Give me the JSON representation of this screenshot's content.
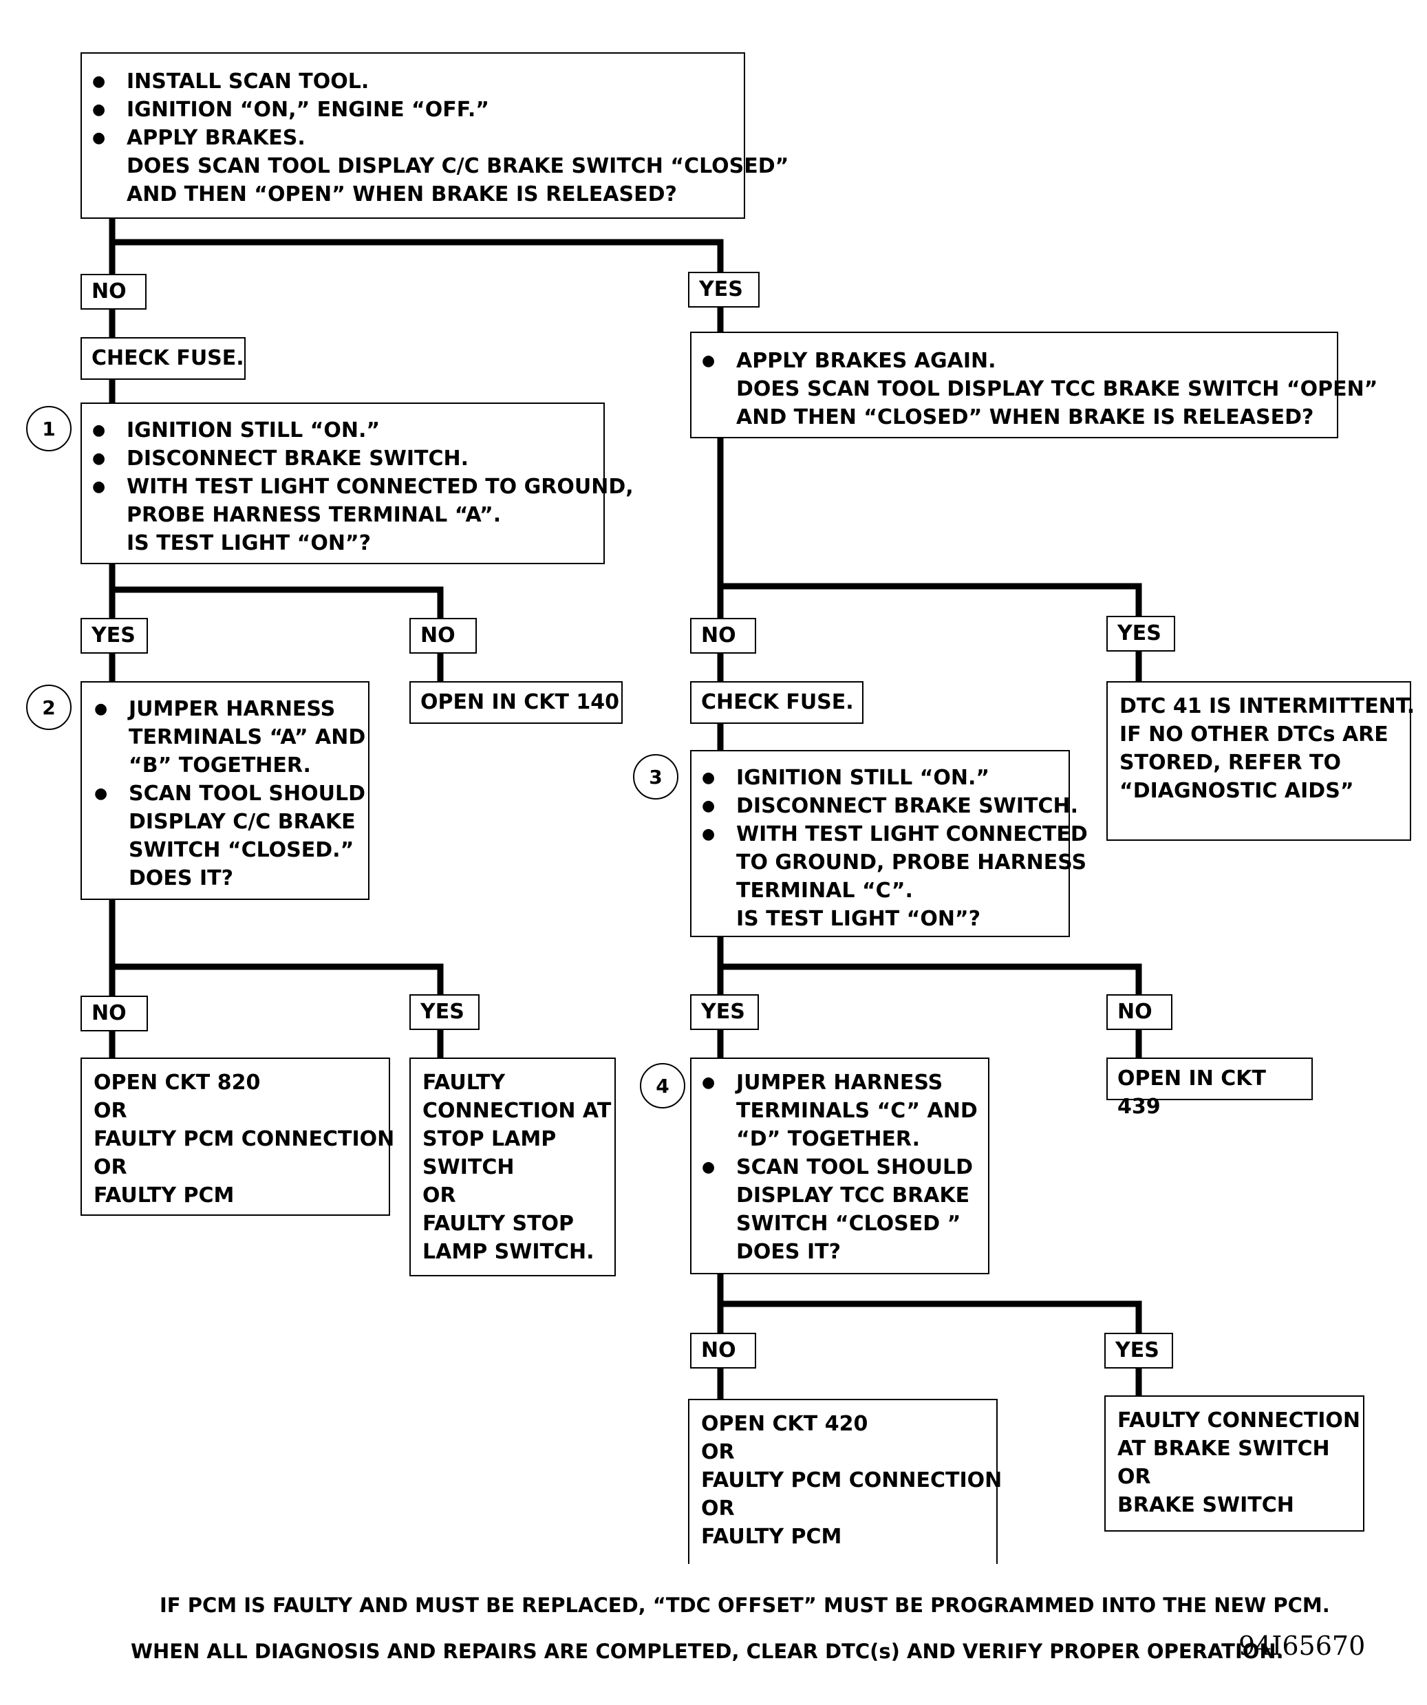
{
  "boxes": {
    "start": {
      "bullets": [
        "INSTALL SCAN TOOL.",
        "IGNITION “ON,” ENGINE “OFF.”",
        "APPLY BRAKES."
      ],
      "question": [
        "DOES SCAN TOOL DISPLAY C/C BRAKE SWITCH “CLOSED”",
        "AND THEN “OPEN” WHEN BRAKE IS RELEASED?"
      ]
    },
    "check_fuse_left": "CHECK FUSE.",
    "step1": {
      "bullets": [
        "IGNITION STILL “ON.”",
        "DISCONNECT BRAKE SWITCH.",
        "WITH TEST LIGHT CONNECTED TO GROUND,"
      ],
      "cont": [
        "PROBE HARNESS TERMINAL “A”.",
        "IS TEST LIGHT “ON”?"
      ]
    },
    "open_ckt_140": "OPEN IN CKT 140",
    "step2": {
      "b1": [
        "JUMPER HARNESS",
        "TERMINALS “A” AND",
        "“B” TOGETHER."
      ],
      "b2": [
        "SCAN TOOL SHOULD",
        "DISPLAY C/C BRAKE",
        "SWITCH “CLOSED.”",
        "DOES IT?"
      ]
    },
    "open_ckt_820": [
      "OPEN CKT 820",
      "OR",
      "FAULTY PCM CONNECTION",
      "OR",
      "FAULTY PCM"
    ],
    "faulty_stop_lamp": [
      "FAULTY",
      "CONNECTION AT",
      "STOP LAMP",
      "SWITCH",
      "OR",
      "FAULTY STOP",
      "LAMP SWITCH."
    ],
    "apply_again": {
      "bullets": [
        "APPLY BRAKES AGAIN."
      ],
      "question": [
        "DOES SCAN TOOL DISPLAY TCC BRAKE SWITCH “OPEN”",
        "AND THEN “CLOSED” WHEN BRAKE IS RELEASED?"
      ]
    },
    "check_fuse_right": "CHECK FUSE.",
    "dtc41": [
      "DTC 41 IS INTERMITTENT.",
      "IF NO OTHER DTCs ARE",
      "STORED, REFER TO",
      "“DIAGNOSTIC AIDS”"
    ],
    "step3": {
      "bullets": [
        "IGNITION STILL “ON.”",
        "DISCONNECT BRAKE SWITCH.",
        "WITH TEST LIGHT CONNECTED"
      ],
      "cont": [
        "TO GROUND, PROBE HARNESS",
        "TERMINAL “C”.",
        "IS TEST LIGHT “ON”?"
      ]
    },
    "open_ckt_439": "OPEN IN CKT 439",
    "step4": {
      "b1": [
        "JUMPER HARNESS",
        "TERMINALS “C” AND",
        "“D” TOGETHER."
      ],
      "b2": [
        "SCAN TOOL SHOULD",
        "DISPLAY TCC BRAKE",
        "SWITCH “CLOSED ”",
        "DOES IT?"
      ]
    },
    "open_ckt_420": [
      "OPEN CKT 420",
      "OR",
      "FAULTY PCM CONNECTION",
      "OR",
      "FAULTY PCM"
    ],
    "faulty_brake_switch": [
      "FAULTY CONNECTION",
      "AT BRAKE SWITCH",
      "OR",
      "BRAKE SWITCH"
    ]
  },
  "labels": {
    "no": "NO",
    "yes": "YES"
  },
  "steps": [
    "1",
    "2",
    "3",
    "4"
  ],
  "footer": {
    "line1": "IF PCM IS FAULTY AND MUST BE REPLACED, “TDC OFFSET” MUST BE PROGRAMMED INTO THE NEW PCM.",
    "line2": "WHEN ALL DIAGNOSIS AND REPAIRS ARE COMPLETED, CLEAR DTC(s) AND VERIFY PROPER OPERATION.",
    "code": "94I65670"
  }
}
